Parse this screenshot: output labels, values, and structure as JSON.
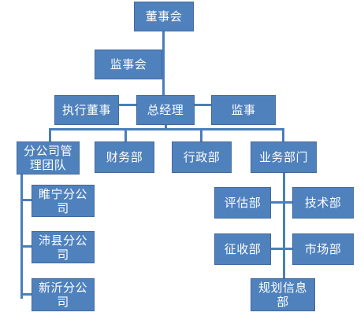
{
  "nodes": {
    "board": "董事会",
    "supervisory_board": "监事会",
    "executive_director": "执行董事",
    "general_manager": "总经理",
    "supervisor": "监事",
    "branch_management": "分公司管理团队",
    "finance": "财务部",
    "administration": "行政部",
    "business": "业务部门",
    "suining_branch": "睢宁分公司",
    "peixian_branch": "沛县分公司",
    "xinyi_branch": "新沂分公司",
    "assessment": "评估部",
    "technology": "技术部",
    "collection": "征收部",
    "marketing": "市场部",
    "planning_info": "规划信息部"
  },
  "colors": {
    "node_fill": "#4f81bd",
    "node_border": "#41699c",
    "node_text": "#ffffff",
    "connector": "#4a7ebb"
  }
}
